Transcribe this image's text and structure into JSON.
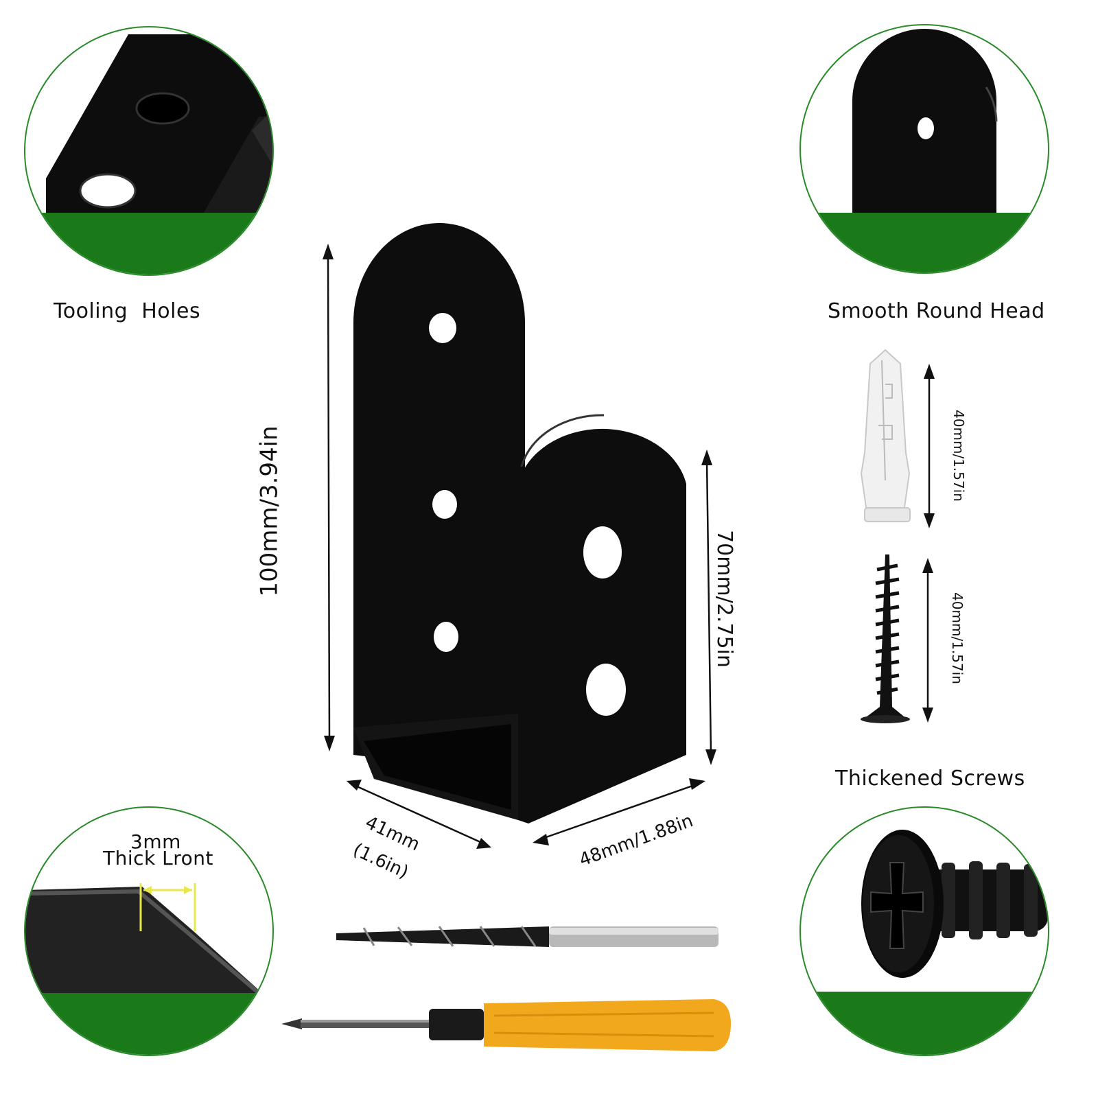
{
  "callouts": {
    "top_left": "Tooling  Holes",
    "top_right": "Smooth Round Head",
    "middle_right": "Thickened Screws",
    "bottom_left_line1": "3mm",
    "bottom_left_line2": "Thick Lront"
  },
  "dimensions": {
    "height_total": "100mm/3.94in",
    "height_short": "70mm/2.75in",
    "depth_line1": "41mm",
    "depth_line2": "(1.6in)",
    "width": "48mm/1.88in",
    "anchor_length": "40mm/1.57in",
    "screw_length": "40mm/1.57in"
  },
  "colors": {
    "green": "#1a7a1a",
    "bracket": "#0d0d0d",
    "handle": "#f2a81d",
    "measure_mark": "#e8e84a"
  },
  "icons": [
    "bracket-illustration",
    "drill-bit-icon",
    "screwdriver-icon",
    "wall-anchor-icon",
    "screw-icon"
  ]
}
